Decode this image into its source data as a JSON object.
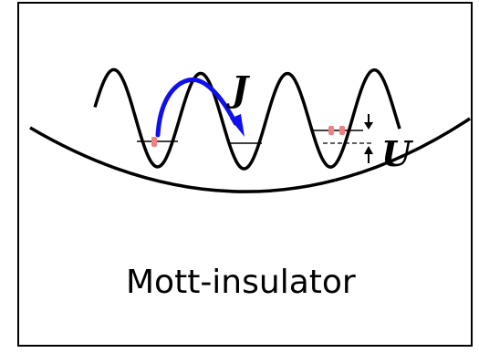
{
  "caption": "Mott-insulator",
  "symbols": {
    "hopping": "J",
    "interaction": "U"
  },
  "colors": {
    "hopping_arrow": "#1010ee",
    "atom": "#f08080",
    "line": "#000000",
    "border": "#000000"
  }
}
